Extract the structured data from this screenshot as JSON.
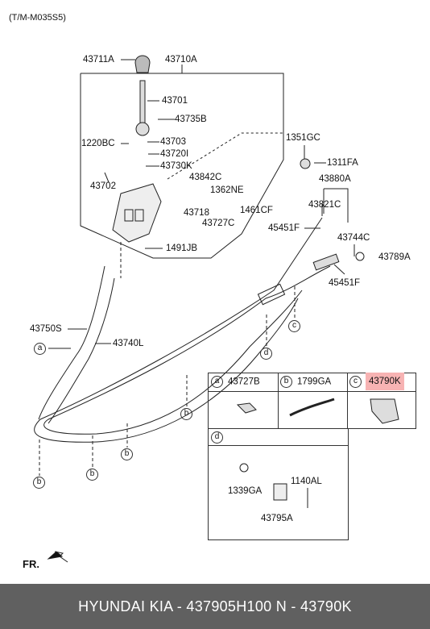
{
  "header": {
    "code": "(T/M-M035S5)"
  },
  "callouts": {
    "p43711A": "43711A",
    "p43710A": "43710A",
    "p43701": "43701",
    "p43735B": "43735B",
    "p1220BC": "1220BC",
    "p43703": "43703",
    "p43720I": "43720I",
    "p43730K": "43730K",
    "p43702": "43702",
    "p43842C": "43842C",
    "p1362NE": "1362NE",
    "p43718": "43718",
    "p43727C": "43727C",
    "p1461CF": "1461CF",
    "p1491JB": "1491JB",
    "p1351GC": "1351GC",
    "p1311FA": "1311FA",
    "p43880A": "43880A",
    "p43821C": "43821C",
    "p45451F_top": "45451F",
    "p43744C": "43744C",
    "p43789A": "43789A",
    "p45451F_bottom": "45451F",
    "p43750S": "43750S",
    "p43740L": "43740L"
  },
  "markers": {
    "a": "a",
    "b": "b",
    "c": "c",
    "d": "d"
  },
  "legend": {
    "a_part": "43727B",
    "b_part": "1799GA",
    "c_part": "43790K",
    "d_p1": "1339GA",
    "d_p2": "1140AL",
    "d_p3": "43795A"
  },
  "direction_label": "FR.",
  "footer": {
    "text": "HYUNDAI  KIA - 437905H100     N - 43790K"
  },
  "colors": {
    "highlight": "#f7b3b3",
    "footer_bg": "#606060"
  }
}
